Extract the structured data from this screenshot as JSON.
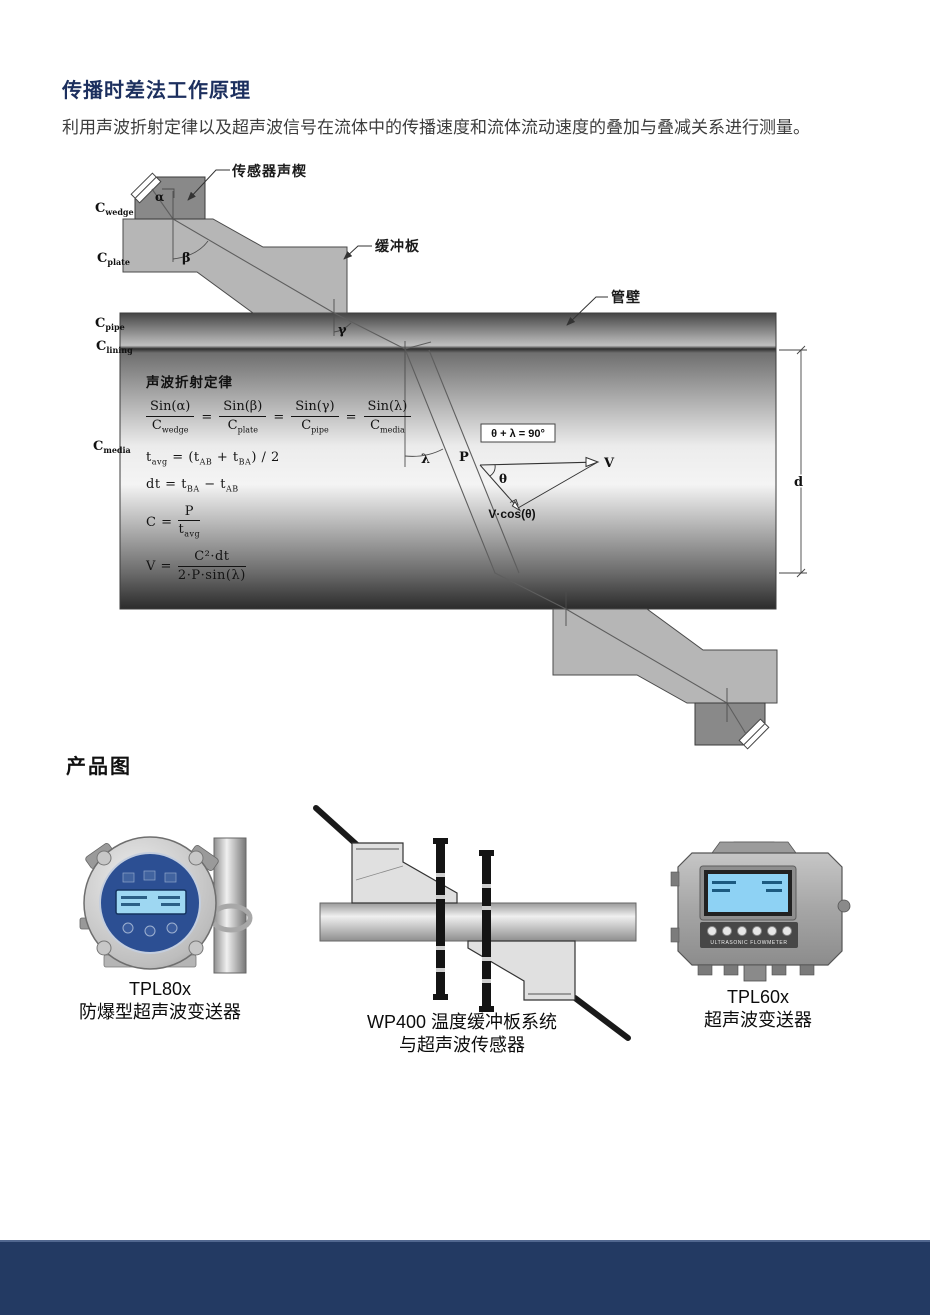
{
  "page": {
    "title": "传播时差法工作原理",
    "subtitle": "利用声波折射定律以及超声波信号在流体中的传播速度和流体流动速度的叠加与叠减关系进行测量。"
  },
  "colors": {
    "accent": "#1c2f5e",
    "footer": "#233a63"
  },
  "diagram": {
    "labels": {
      "sensor_wedge": "传感器声楔",
      "buffer_plate": "缓冲板",
      "pipe_wall": "管壁",
      "alpha": "α",
      "beta": "β",
      "gamma": "γ",
      "lambda": "λ",
      "theta": "θ",
      "p": "P",
      "v": "V",
      "v_cos": "V·cos(θ)",
      "angle_sum": "θ + λ = 90°",
      "d": "d",
      "c_base": "C",
      "c_subs": {
        "wedge": "wedge",
        "plate": "plate",
        "pipe": "pipe",
        "lining": "lining",
        "media": "media"
      }
    },
    "formulas": {
      "heading": "声波折射定律",
      "equals": "=",
      "snell": [
        {
          "num": "Sin(α)",
          "den_base": "C",
          "den_sub": "wedge"
        },
        {
          "num": "Sin(β)",
          "den_base": "C",
          "den_sub": "plate"
        },
        {
          "num": "Sin(γ)",
          "den_base": "C",
          "den_sub": "pipe"
        },
        {
          "num": "Sin(λ)",
          "den_base": "C",
          "den_sub": "media"
        }
      ],
      "tavg": {
        "a": "t",
        "a_sub": "avg",
        "b": " = (t",
        "b_sub": "AB",
        "c": " + t",
        "c_sub": "BA",
        "d": ") / 2"
      },
      "dt": {
        "a": "dt = t",
        "a_sub": "BA",
        "b": " − t",
        "b_sub": "AB"
      },
      "c_eq": {
        "lhs": "C =",
        "num": "P",
        "den_base": "t",
        "den_sub": "avg"
      },
      "v_eq": {
        "lhs": "V =",
        "num": "C²·dt",
        "den": "2·P·sin(λ)"
      }
    }
  },
  "products": {
    "section_title": "产品图",
    "items": [
      {
        "model": "TPL80x",
        "name": "防爆型超声波变送器"
      },
      {
        "model": "WP400 温度缓冲板系统",
        "name": "与超声波传感器"
      },
      {
        "model": "TPL60x",
        "name": "超声波变送器",
        "panel_label": "ULTRASONIC FLOWMETER"
      }
    ]
  }
}
